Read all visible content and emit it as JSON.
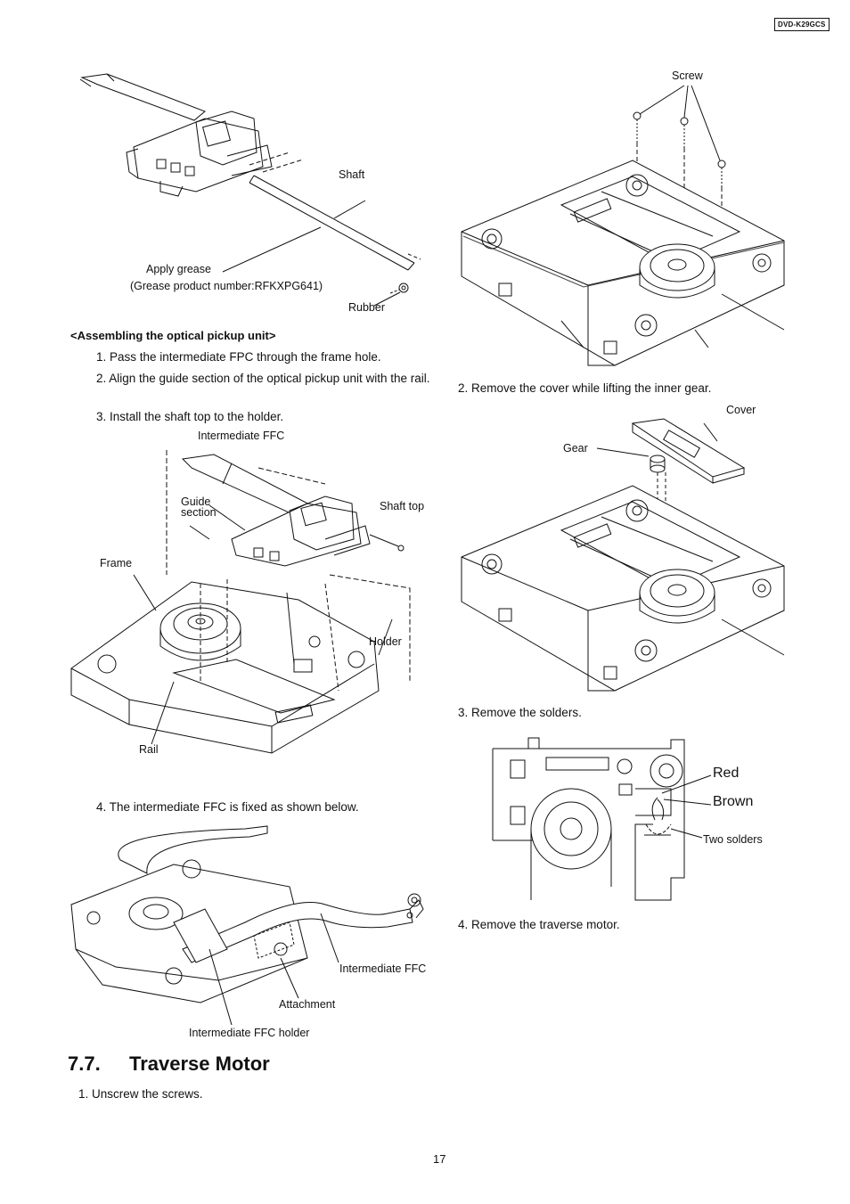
{
  "header": {
    "model": "DVD-K29GCS"
  },
  "figure1": {
    "labels": {
      "shaft": "Shaft",
      "apply_grease": "Apply grease",
      "grease_product": "(Grease product number:RFKXPG641)",
      "rubber": "Rubber"
    }
  },
  "assembling": {
    "title": "<Assembling the optical pickup unit>",
    "steps": [
      "1. Pass the intermediate FPC through the frame hole.",
      "2. Align the guide section of the optical pickup unit with the rail.",
      "3. Install the shaft top to the holder."
    ]
  },
  "figure2": {
    "labels": {
      "intermediate_ffc": "Intermediate FFC",
      "guide": "Guide",
      "section": "section",
      "shaft_top": "Shaft top",
      "frame": "Frame",
      "holder": "Holder",
      "rail": "Rail"
    }
  },
  "step4_left": "4. The intermediate FFC is fixed as shown below.",
  "figure3": {
    "labels": {
      "intermediate_ffc": "Intermediate FFC",
      "attachment": "Attachment",
      "ffc_holder": "Intermediate FFC holder"
    }
  },
  "section": {
    "number": "7.7.",
    "title": "Traverse Motor",
    "step1": "1. Unscrew the screws."
  },
  "right": {
    "screw_label": "Screw",
    "step2": "2. Remove the cover while lifting the inner gear.",
    "cover_label": "Cover",
    "gear_label": "Gear",
    "step3": "3. Remove the solders.",
    "red_label": "Red",
    "brown_label": "Brown",
    "two_solders_label": "Two solders",
    "step4": "4. Remove the traverse motor."
  },
  "footer": {
    "page_number": "17"
  }
}
